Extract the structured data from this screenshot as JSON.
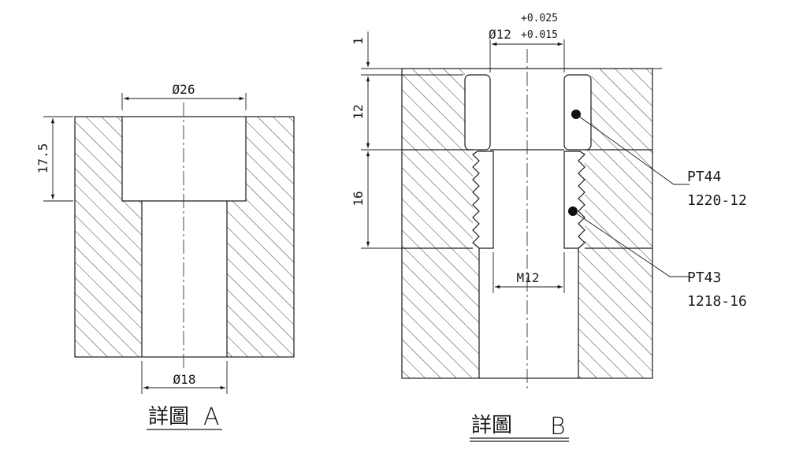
{
  "detail_a": {
    "title_prefix": "詳圖",
    "title_letter": "A",
    "dims": {
      "top_diameter": "Ø26",
      "bottom_diameter": "Ø18",
      "counterbore_depth": "17.5"
    }
  },
  "detail_b": {
    "title_prefix": "詳圖",
    "title_letter": "B",
    "dims": {
      "top_clearance": "1",
      "bore_diameter": "Ø12",
      "tol_upper": "+0.025",
      "tol_lower": "+0.015",
      "bushing_length": "12",
      "thread_length": "16",
      "thread_size": "M12"
    },
    "callouts": [
      {
        "part": "PT44",
        "spec": "1220-12"
      },
      {
        "part": "PT43",
        "spec": "1218-16"
      }
    ]
  }
}
